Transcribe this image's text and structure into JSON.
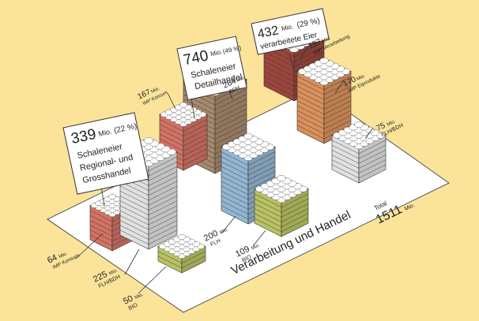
{
  "colors": {
    "background": "#fbe39a",
    "base_plate": "#ffffff",
    "red": "#e47c6c",
    "white": "#f3f3f3",
    "brown": "#b59476",
    "blue": "#9fc6e4",
    "green": "#c9d26a",
    "orange": "#ec9d63",
    "darkred": "#a94b41"
  },
  "callouts": {
    "regional": {
      "amount": "339",
      "unit": "Mio.",
      "pct": "(22 %)",
      "l1": "Schaleneier",
      "l2": "Regional- und",
      "l3": "Grosshandel"
    },
    "detail": {
      "amount": "740",
      "unit": "Mio.",
      "pct": "(49 %)",
      "l1": "Schaleneier",
      "l2": "Detailhandel"
    },
    "processed": {
      "amount": "432",
      "unit": "Mio.",
      "pct": "(29 %)",
      "l1": "verarbeitete Eier"
    }
  },
  "labels": {
    "imp_konsum_64": {
      "v": "64",
      "u": "Mio.",
      "d": "IMP Konsum"
    },
    "flh_bdh_225": {
      "v": "225",
      "u": "Mio.",
      "d": "FLH/BDH"
    },
    "bio_50": {
      "v": "50",
      "u": "Mio.",
      "d": "BIO"
    },
    "imp_konsum_167": {
      "v": "167",
      "u": "Mio.",
      "d": "IMP Konsum"
    },
    "bdh_264": {
      "v": "264",
      "u": "Mio.",
      "d": "BDH"
    },
    "flh_200": {
      "v": "200",
      "u": "Mio.",
      "d": "FLH"
    },
    "bio_109": {
      "v": "109",
      "u": "Mio.",
      "d": "BIO"
    },
    "imp_verarb_187": {
      "v": "187",
      "u": "Mio.",
      "d": "IMP Verarbeitung"
    },
    "imp_eiprod_170": {
      "v": "170",
      "u": "Mio.",
      "d": "IMP Eiprodukte"
    },
    "flh_bdh_75": {
      "v": "75",
      "u": "Mio.",
      "d": "FLH/BDH"
    }
  },
  "base": {
    "title": "Verarbeitung und Handel",
    "total_label": "Total",
    "total_value": "1511",
    "total_unit": "Mio."
  }
}
